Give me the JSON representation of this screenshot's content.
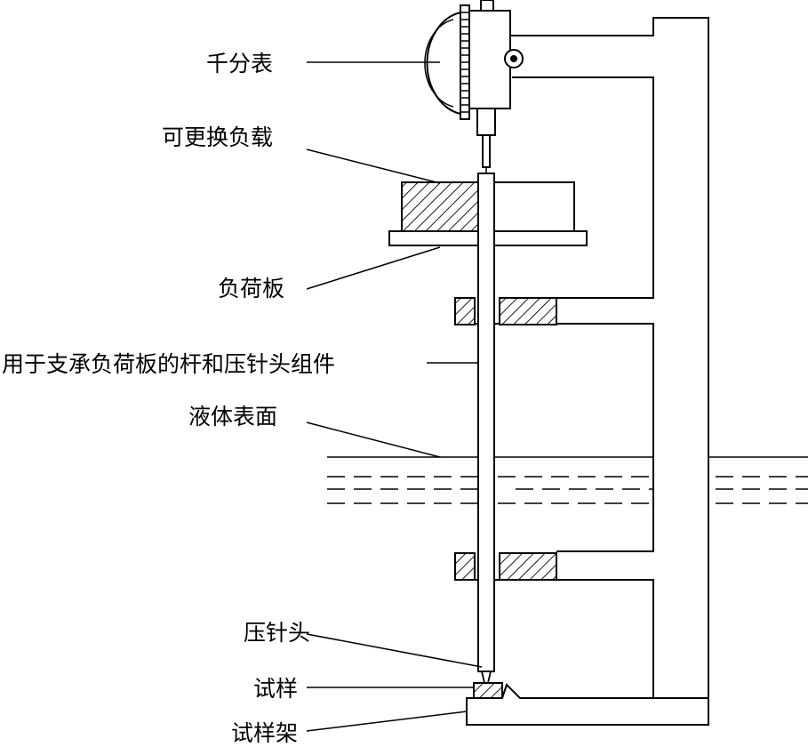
{
  "labels": {
    "dial_gauge": "千分表",
    "replaceable_load": "可更换负载",
    "load_plate": "负荷板",
    "rod_assembly": "用于支承负荷板的杆和压针头组件",
    "liquid_surface": "液体表面",
    "indenter_tip": "压针头",
    "specimen": "试样",
    "specimen_holder": "试样架"
  },
  "colors": {
    "line": "#000000",
    "background": "#ffffff"
  }
}
